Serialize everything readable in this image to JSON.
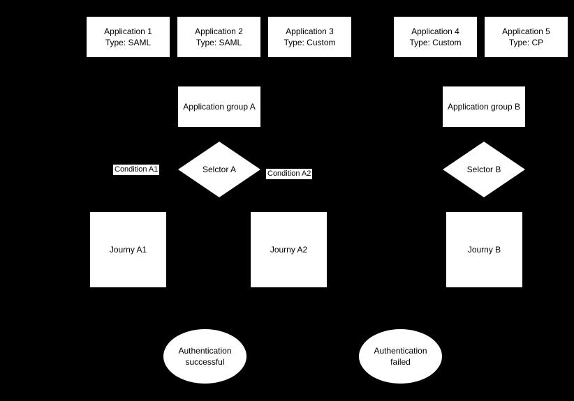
{
  "canvas": {
    "background": "#000000",
    "shape_fill": "#ffffff",
    "text_color": "#000000"
  },
  "applications": [
    {
      "name": "Application 1",
      "type": "Type: SAML"
    },
    {
      "name": "Application 2",
      "type": "Type: SAML"
    },
    {
      "name": "Application 3",
      "type": "Type: Custom"
    },
    {
      "name": "Application 4",
      "type": "Type: Custom"
    },
    {
      "name": "Application 5",
      "type": "Type: CP"
    }
  ],
  "groups": [
    {
      "label": "Application group A"
    },
    {
      "label": "Application group B"
    }
  ],
  "selectors": [
    {
      "label": "Selctor A"
    },
    {
      "label": "Selctor B"
    }
  ],
  "condition_labels": [
    {
      "label": "Condition A1"
    },
    {
      "label": "Condition A2"
    }
  ],
  "journeys": [
    {
      "label": "Journy A1"
    },
    {
      "label": "Journy A2"
    },
    {
      "label": "Journy B"
    }
  ],
  "outcomes": [
    {
      "line1": "Authentication",
      "line2": "successful"
    },
    {
      "line1": "Authentication",
      "line2": "failed"
    }
  ]
}
